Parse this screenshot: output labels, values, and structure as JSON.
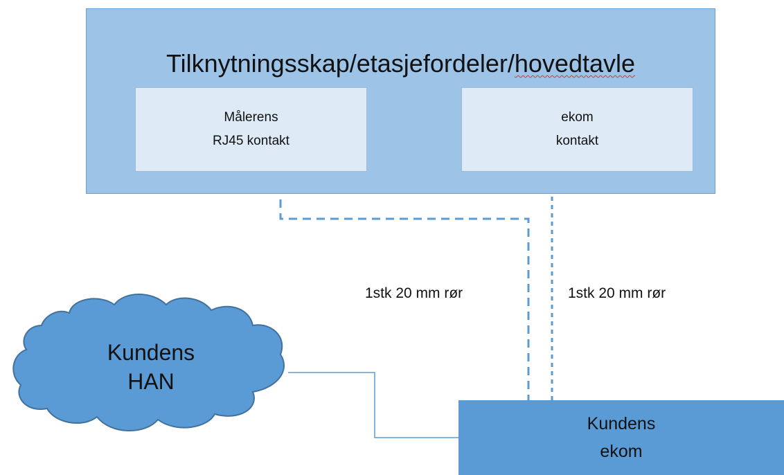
{
  "top_box": {
    "title_part1": "Tilknytningsskap/etasjefordeler/",
    "title_part2": "hovedtavle"
  },
  "left_inner": {
    "line1": "Målerens",
    "line2": "RJ45 kontakt"
  },
  "right_inner": {
    "line1": "ekom",
    "line2": "kontakt"
  },
  "pipe_labels": {
    "left": "1stk 20 mm rør",
    "right": "1stk 20 mm rør"
  },
  "cloud": {
    "line1": "Kundens",
    "line2": "HAN"
  },
  "customer_box": {
    "line1": "Kundens",
    "line2": "ekom"
  },
  "colors": {
    "outer_fill": "#9dc3e6",
    "inner_fill": "#deebf7",
    "cloud_fill": "#5b9bd5",
    "customer_fill": "#5b9bd5",
    "dashed_line": "#5b9bd5",
    "solid_line": "#5b9bd5"
  }
}
